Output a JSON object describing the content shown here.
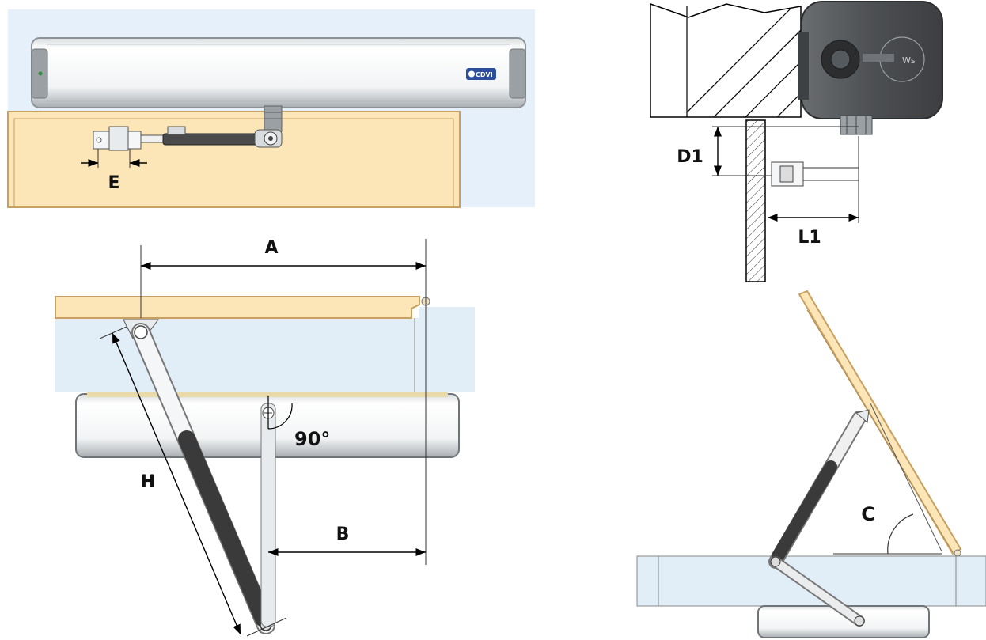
{
  "diagram": {
    "labels": {
      "E": "E",
      "D1": "D1",
      "L1": "L1",
      "A": "A",
      "angle": "90°",
      "H": "H",
      "B": "B",
      "C": "C"
    },
    "brand_logo": "CDVI",
    "operator_badge": "Ws"
  },
  "colors": {
    "door_wood": "#fce6b8",
    "door_edge": "#c9a060",
    "background_panel": "#e6f0fa",
    "frame_panel": "#e1eef8",
    "operator_body": "#f4f6f7",
    "arm_dark": "#4a4a4a",
    "motor_dark": "#5a5a5a"
  }
}
